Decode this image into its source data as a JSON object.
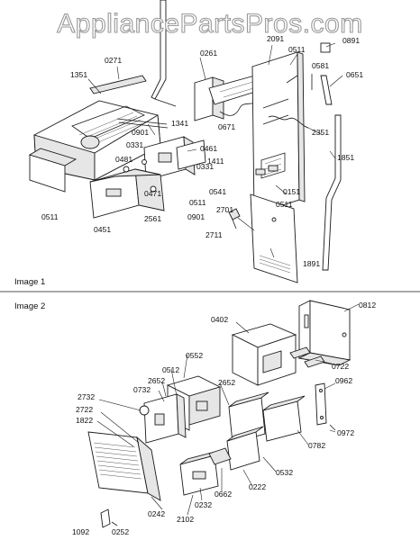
{
  "watermark": "AppliancePartsPros.com",
  "image1": {
    "label": "Image 1",
    "parts": {
      "p1351": "1351",
      "p0271": "0271",
      "p1341": "1341",
      "p0261": "0261",
      "p2091": "2091",
      "p0511a": "0511",
      "p0891": "0891",
      "p0581": "0581",
      "p0651": "0651",
      "p0671": "0671",
      "p2351": "2351",
      "p0901a": "0901",
      "p0331a": "0331",
      "p0461": "0461",
      "p1411": "1411",
      "p0331b": "0331",
      "p1851": "1851",
      "p0481": "0481",
      "p0541": "0541",
      "p0151": "0151",
      "p0471": "0471",
      "p0511b": "0511",
      "p0511c": "0511",
      "p0511d": "0511",
      "p2561": "2561",
      "p0901b": "0901",
      "p2701": "2701",
      "p0451": "0451",
      "p2711": "2711",
      "p1891": "1891"
    }
  },
  "image2": {
    "label": "Image 2",
    "parts": {
      "p0812": "0812",
      "p0402": "0402",
      "p0722": "0722",
      "p2732": "2732",
      "p0552": "0552",
      "p0512": "0512",
      "p0732": "0732",
      "p2652a": "2652",
      "p2652b": "2652",
      "p0962": "0962",
      "p2722": "2722",
      "p1822": "1822",
      "p0972": "0972",
      "p0782": "0782",
      "p0532": "0532",
      "p0222": "0222",
      "p0662": "0662",
      "p0232": "0232",
      "p0242": "0242",
      "p2102": "2102",
      "p1092": "1092",
      "p0252": "0252"
    }
  }
}
